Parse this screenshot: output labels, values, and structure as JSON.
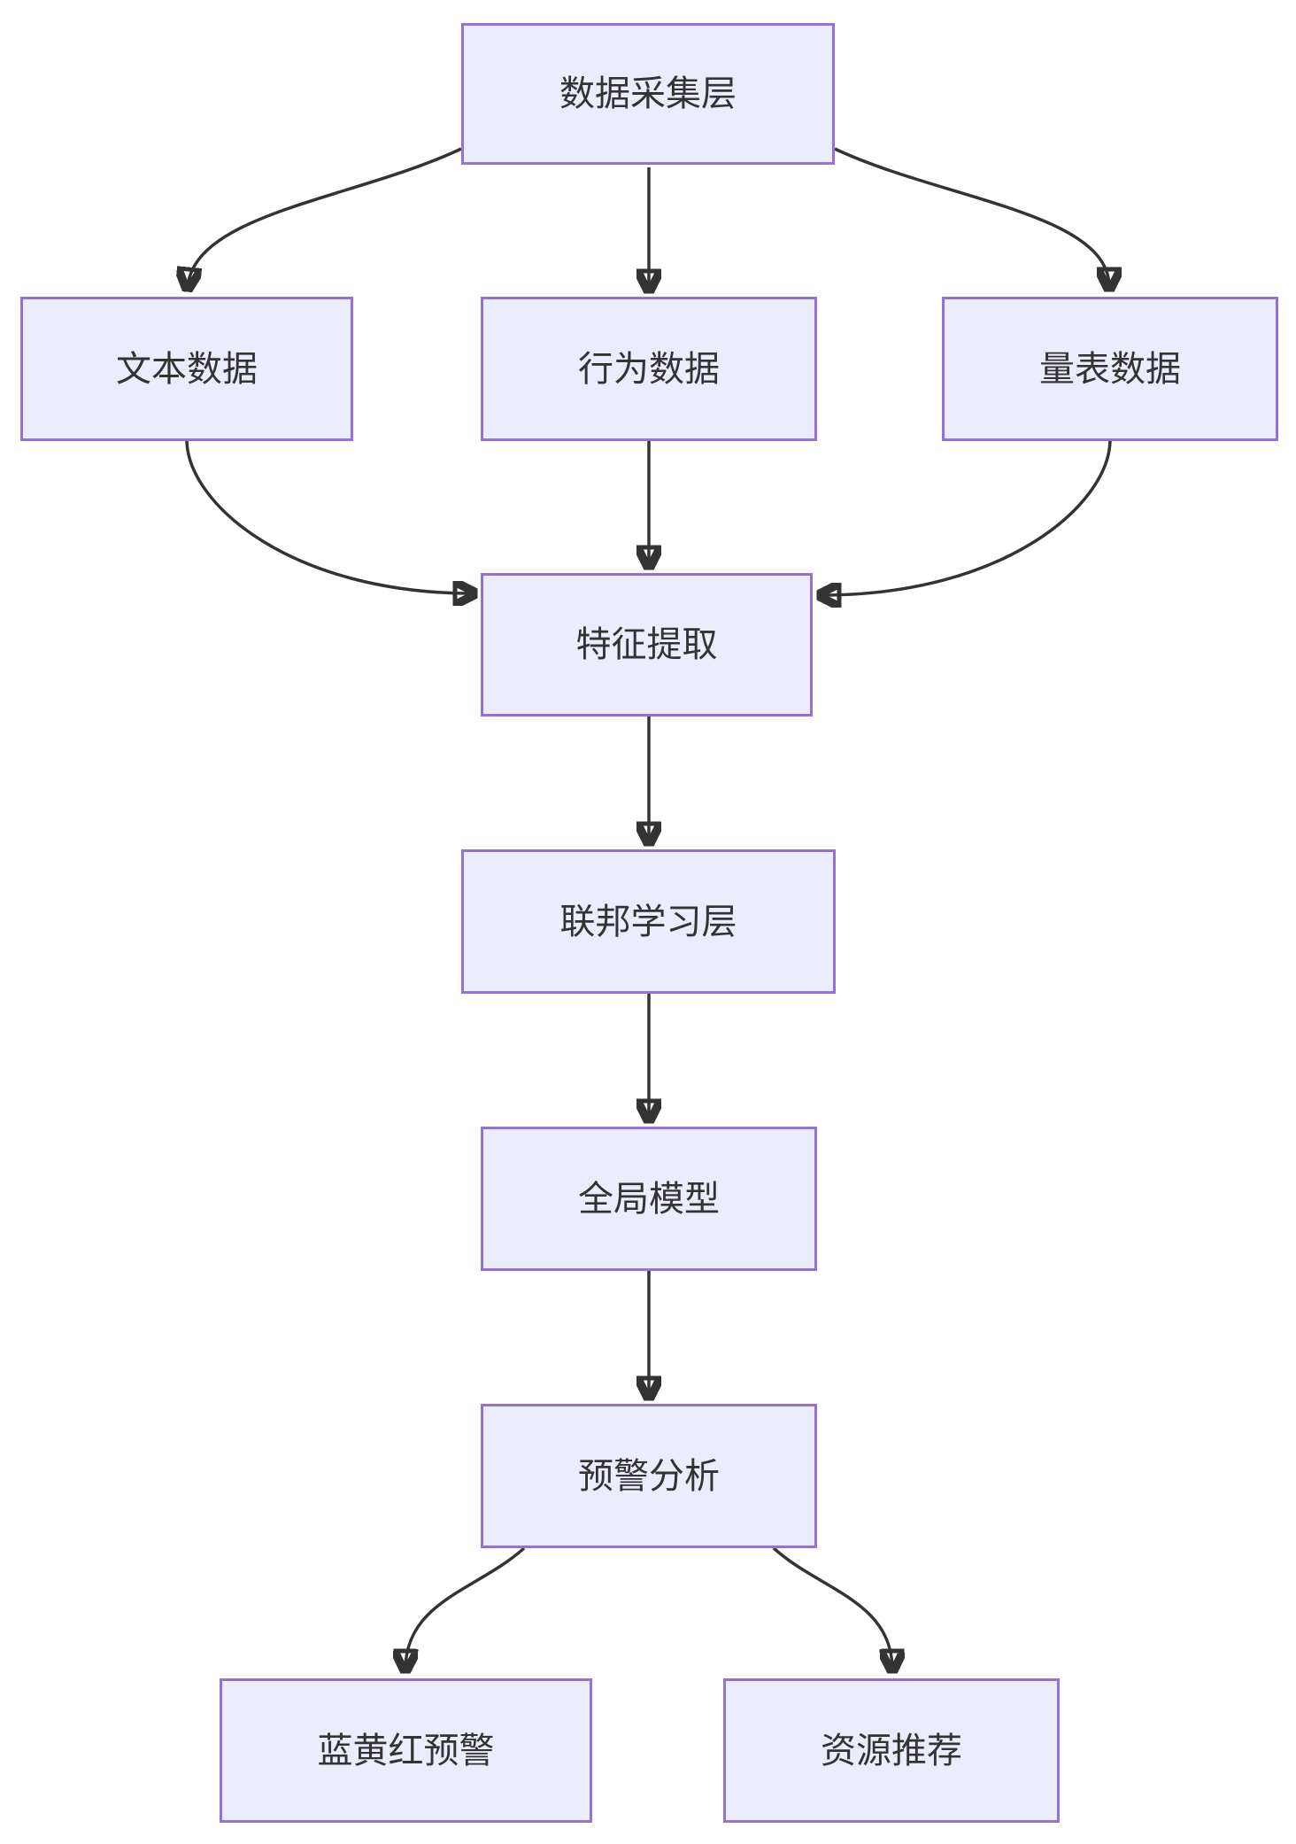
{
  "diagram": {
    "type": "flowchart",
    "direction": "top-down",
    "nodes": [
      {
        "id": "data-collection-layer",
        "label": "数据采集层"
      },
      {
        "id": "text-data",
        "label": "文本数据"
      },
      {
        "id": "behavior-data",
        "label": "行为数据"
      },
      {
        "id": "scale-data",
        "label": "量表数据"
      },
      {
        "id": "feature-extraction",
        "label": "特征提取"
      },
      {
        "id": "federated-learning-layer",
        "label": "联邦学习层"
      },
      {
        "id": "global-model",
        "label": "全局模型"
      },
      {
        "id": "early-warning-analysis",
        "label": "预警分析"
      },
      {
        "id": "blue-yellow-red-warning",
        "label": "蓝黄红预警"
      },
      {
        "id": "resource-recommendation",
        "label": "资源推荐"
      }
    ],
    "edges": [
      {
        "from": "数据采集层",
        "to": "文本数据"
      },
      {
        "from": "数据采集层",
        "to": "行为数据"
      },
      {
        "from": "数据采集层",
        "to": "量表数据"
      },
      {
        "from": "文本数据",
        "to": "特征提取"
      },
      {
        "from": "行为数据",
        "to": "特征提取"
      },
      {
        "from": "量表数据",
        "to": "特征提取"
      },
      {
        "from": "特征提取",
        "to": "联邦学习层"
      },
      {
        "from": "联邦学习层",
        "to": "全局模型"
      },
      {
        "from": "全局模型",
        "to": "预警分析"
      },
      {
        "from": "预警分析",
        "to": "蓝黄红预警"
      },
      {
        "from": "预警分析",
        "to": "资源推荐"
      }
    ],
    "colors": {
      "node_fill": "#ECECFF",
      "node_border": "#9370DB",
      "edge": "#333333",
      "text": "#333333",
      "background": "#FFFFFF"
    }
  }
}
